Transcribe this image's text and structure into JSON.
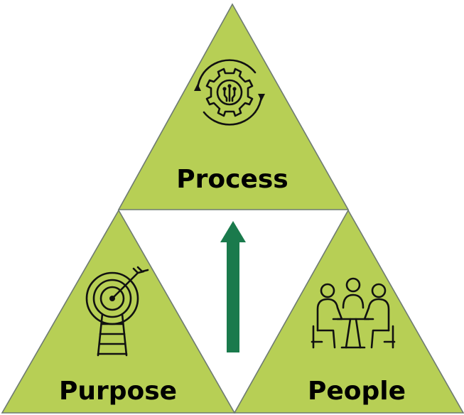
{
  "triangles": {
    "top": {
      "label": "Process",
      "icon": "gear-cycle-icon"
    },
    "left": {
      "label": "Purpose",
      "icon": "target-ladder-icon"
    },
    "right": {
      "label": "People",
      "icon": "meeting-table-icon"
    }
  },
  "center_arrow": {
    "direction": "up",
    "icon": "up-arrow-icon"
  },
  "colors": {
    "triangle_fill": "#b7cf55",
    "triangle_stroke": "#6f7b72",
    "arrow": "#1a7a4c",
    "text": "#000000"
  }
}
